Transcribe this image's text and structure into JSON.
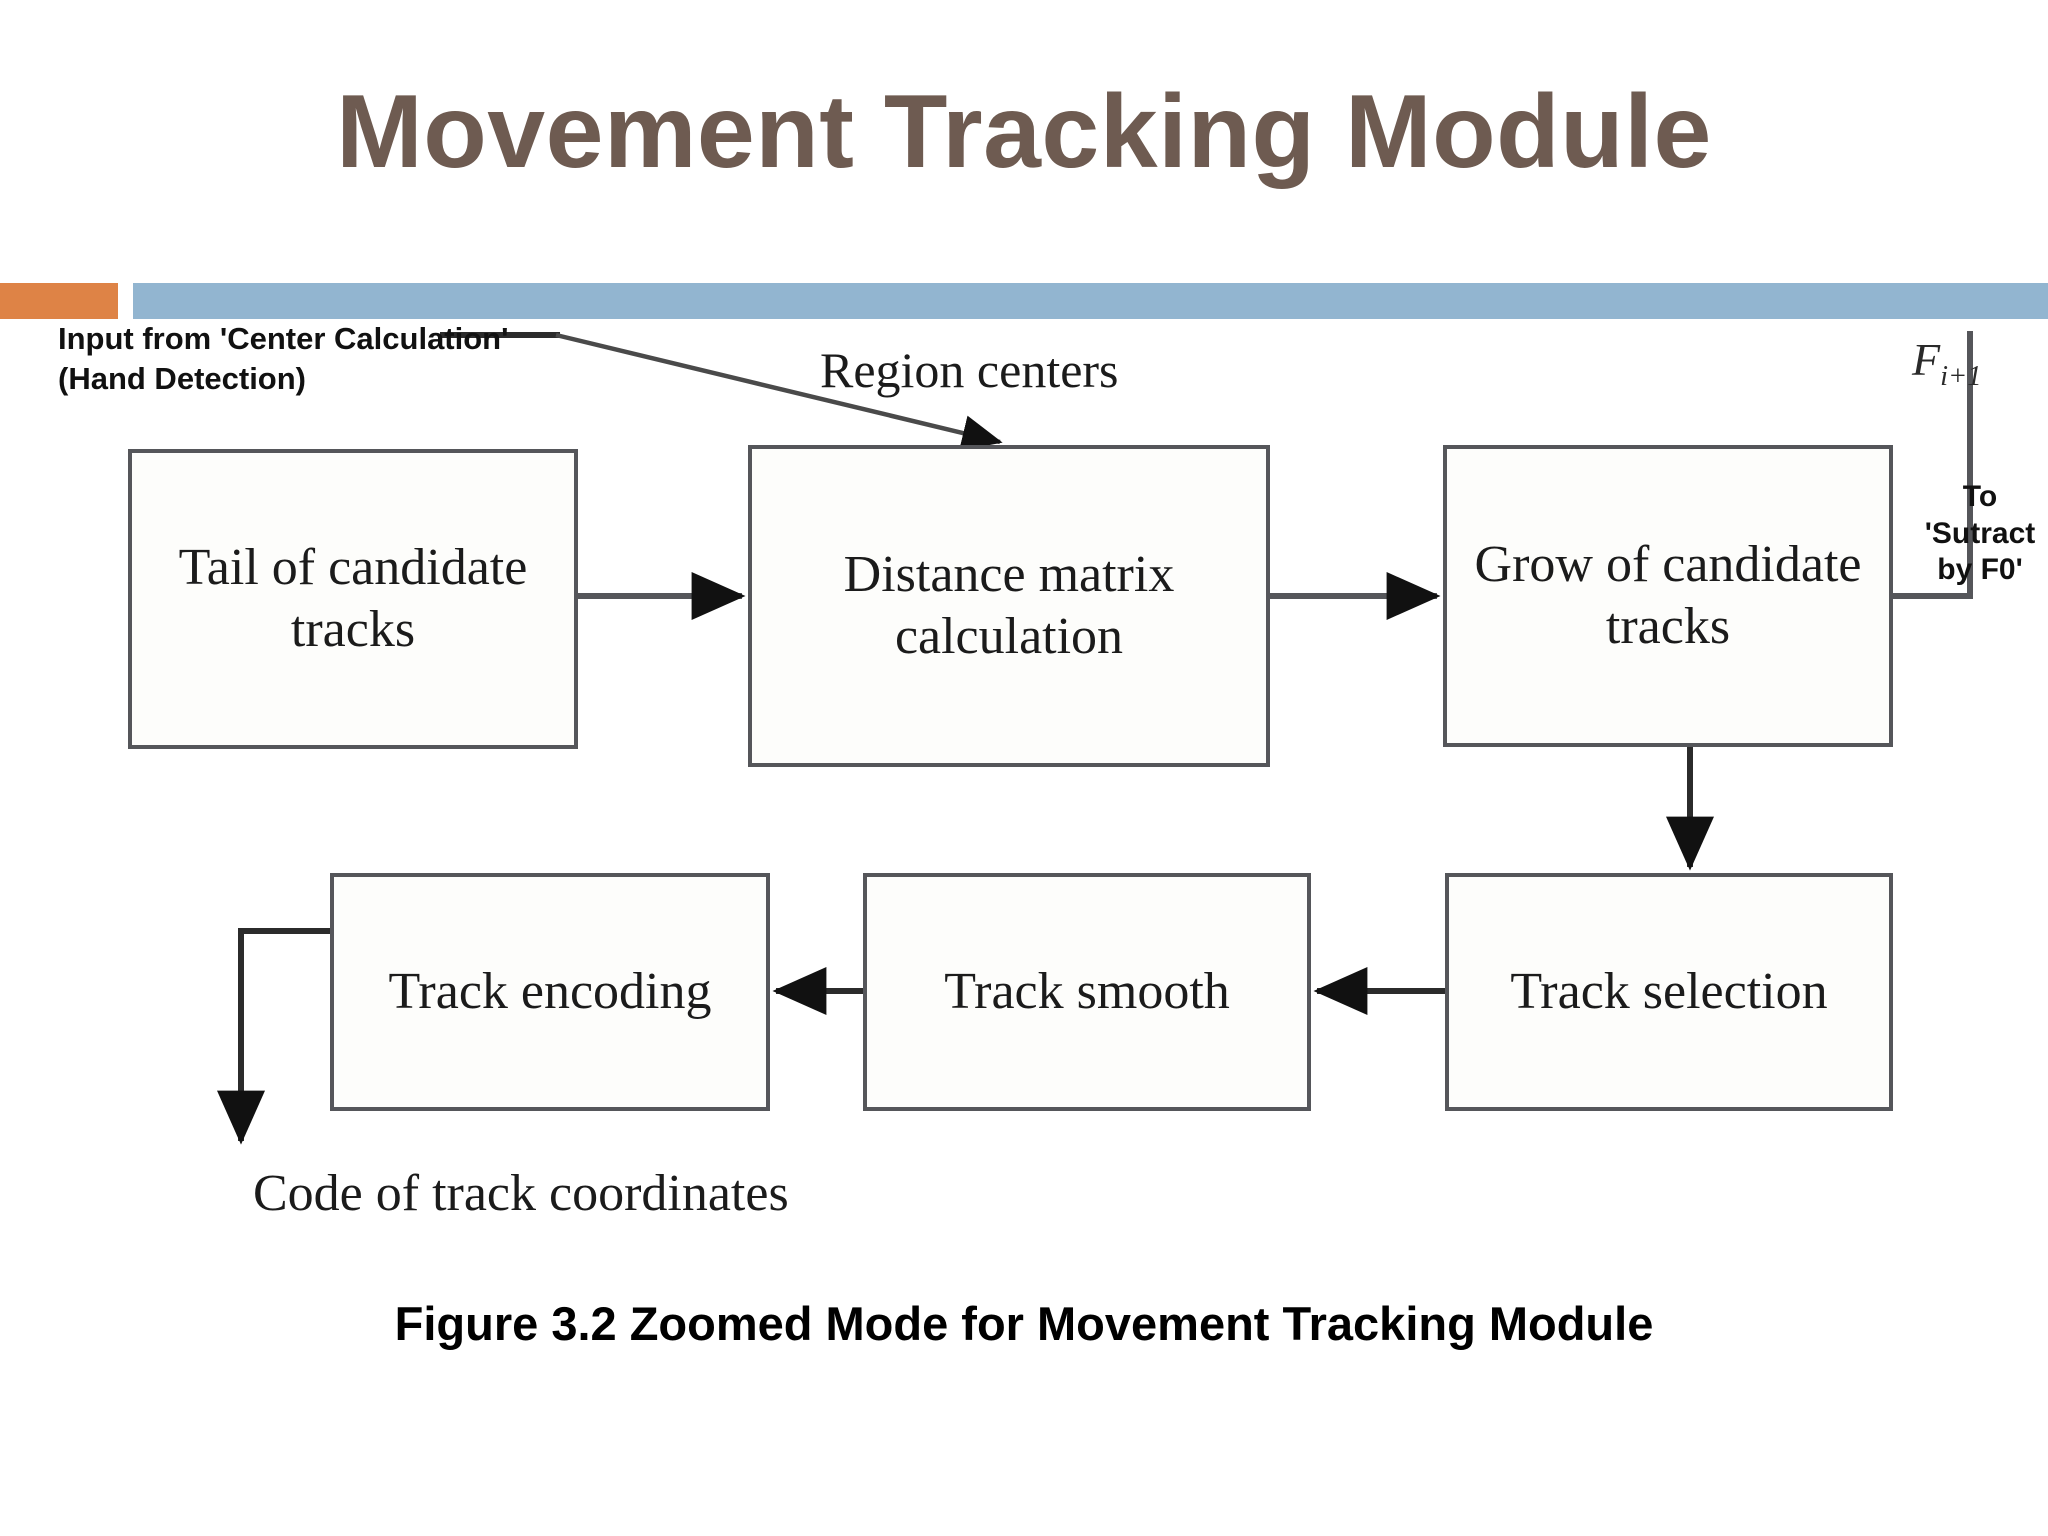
{
  "slide": {
    "title": "Movement Tracking Module",
    "accent_orange": "#DE8346",
    "accent_blue": "#92B5D0",
    "title_color": "#6E5B51"
  },
  "figure": {
    "caption": "Figure 3.2 Zoomed Mode for Movement Tracking Module",
    "boxes": [
      {
        "id": "tail",
        "label": "Tail of\ncandidate\ntracks"
      },
      {
        "id": "distance",
        "label": "Distance\nmatrix\ncalculation"
      },
      {
        "id": "grow",
        "label": "Grow of\ncandidate\ntracks"
      },
      {
        "id": "encoding",
        "label": "Track\nencoding"
      },
      {
        "id": "smooth",
        "label": "Track\nsmooth"
      },
      {
        "id": "selection",
        "label": "Track\nselection"
      }
    ],
    "annotations": {
      "input_source": "Input from 'Center Calculation'\n(Hand Detection)",
      "region_centers": "Region centers",
      "frame_label": "F",
      "frame_subscript": "i+1",
      "to_subtract": "To\n'Sutract\nby F0'",
      "output": "Code of track coordinates"
    },
    "edges": [
      {
        "from": "tail",
        "to": "distance",
        "type": "arrow-right"
      },
      {
        "from": "distance",
        "to": "grow",
        "type": "arrow-right"
      },
      {
        "from": "input_source",
        "to": "distance",
        "type": "arrow-diagonal"
      },
      {
        "from": "frame_label",
        "to": "grow",
        "type": "line-elbow"
      },
      {
        "from": "grow",
        "to": "selection",
        "type": "arrow-down"
      },
      {
        "from": "selection",
        "to": "smooth",
        "type": "arrow-left"
      },
      {
        "from": "smooth",
        "to": "encoding",
        "type": "arrow-left"
      },
      {
        "from": "encoding",
        "to": "output",
        "type": "arrow-elbow-down"
      }
    ]
  }
}
